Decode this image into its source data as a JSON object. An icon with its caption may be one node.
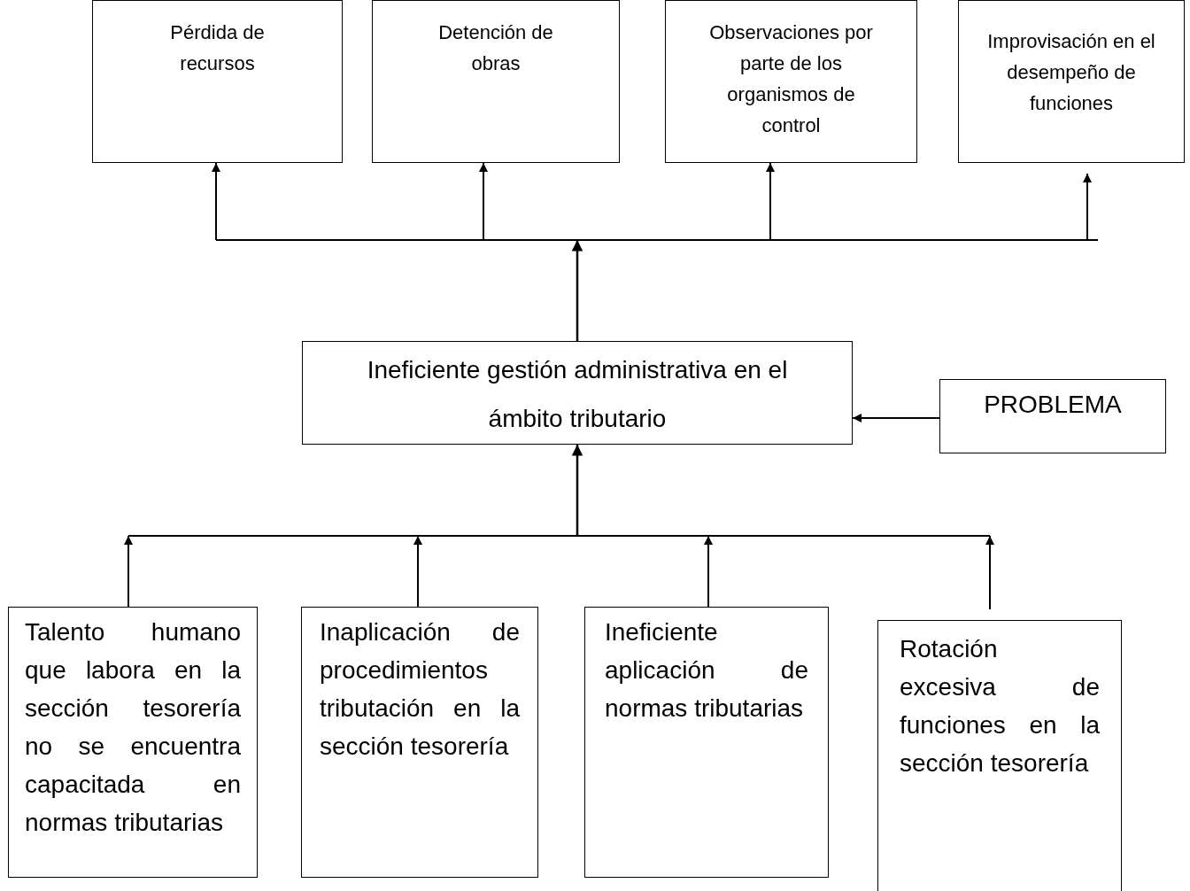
{
  "diagram": {
    "nodes": [
      {
        "text": [
          "Pérdida de recursos"
        ]
      },
      {
        "text": [
          "Detención de obras"
        ]
      },
      {
        "text": [
          "Observaciones por parte de los organismos de control"
        ]
      },
      {
        "text": [
          "Improvisación en el desempeño de funciones"
        ]
      },
      {
        "text": [
          "Ineficiente gestión administrativa en el ámbito tributario"
        ]
      },
      {
        "text": [
          "PROBLEMA"
        ]
      },
      {
        "text": [
          "Talento humano que labora en la sección tesorería no se encuentra capacitada en normas tributarias"
        ]
      },
      {
        "text": [
          "Inaplicación de procedimientos tributación en la sección tesorería"
        ]
      },
      {
        "text": [
          "Ineficiente aplicación de normas tributarias"
        ]
      },
      {
        "text": [
          "Rotación excesiva de funciones en la sección tesorería"
        ]
      }
    ],
    "edges": [
      {
        "from": 4,
        "to": 0,
        "arrow": "to"
      },
      {
        "from": 4,
        "to": 1,
        "arrow": "to"
      },
      {
        "from": 4,
        "to": 2,
        "arrow": "to"
      },
      {
        "from": 4,
        "to": 3,
        "arrow": "to"
      },
      {
        "from": 5,
        "to": 4,
        "arrow": "to"
      },
      {
        "from": 6,
        "to": 4,
        "arrow": "to"
      },
      {
        "from": 7,
        "to": 4,
        "arrow": "to"
      },
      {
        "from": 8,
        "to": 4,
        "arrow": "to"
      },
      {
        "from": 9,
        "to": 4,
        "arrow": "to"
      }
    ]
  }
}
